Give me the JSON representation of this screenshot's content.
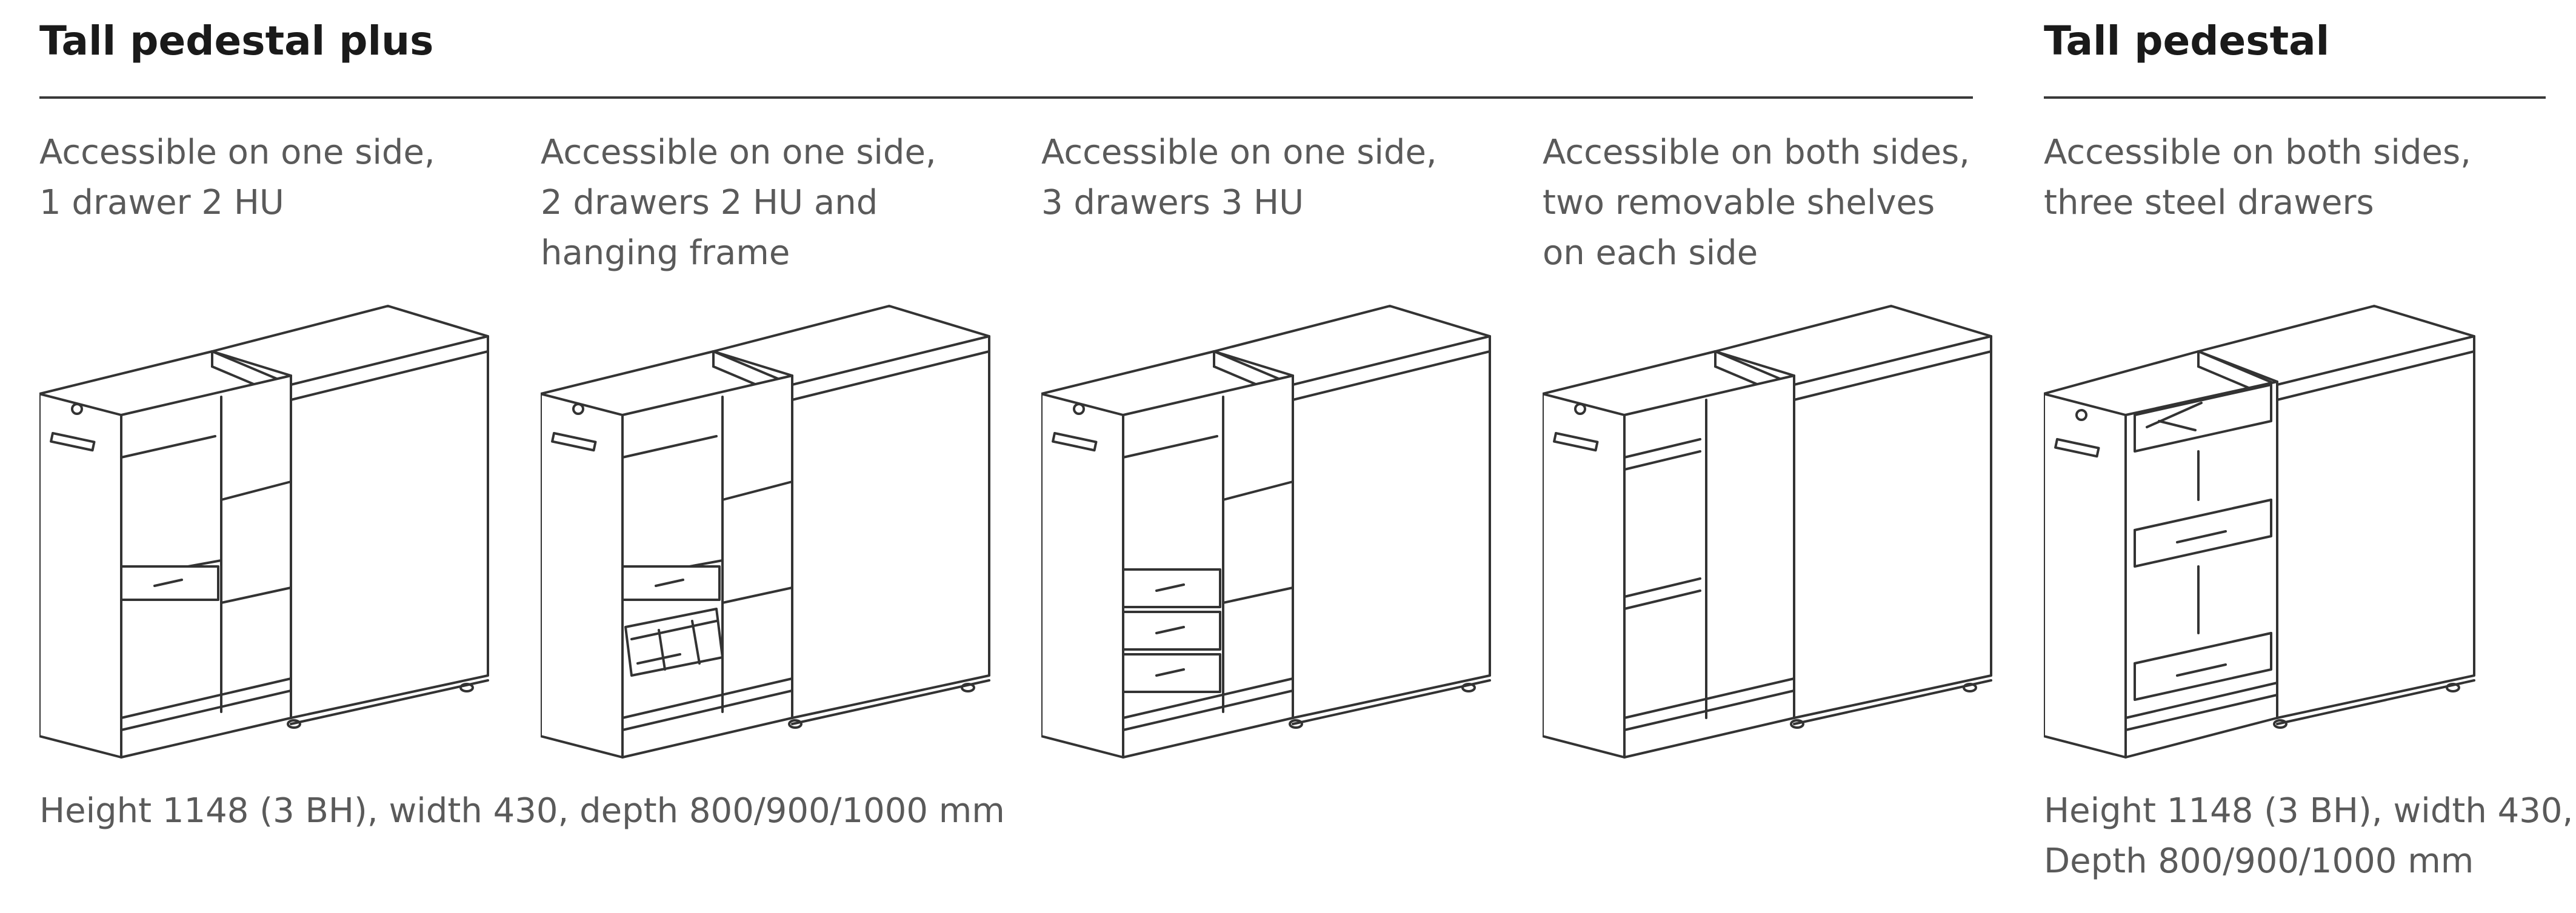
{
  "sections": {
    "plus": {
      "title": "Tall pedestal plus"
    },
    "standard": {
      "title": "Tall pedestal"
    }
  },
  "variants": [
    {
      "lines": [
        "Accessible on one side,",
        "1 drawer 2 HU"
      ]
    },
    {
      "lines": [
        "Accessible on one side,",
        "2 drawers 2 HU and",
        "hanging frame"
      ]
    },
    {
      "lines": [
        "Accessible on one side,",
        "3 drawers 3 HU"
      ]
    },
    {
      "lines": [
        "Accessible on both sides,",
        "two removable shelves",
        "on each side"
      ]
    },
    {
      "lines": [
        "Accessible on both sides,",
        "three steel drawers"
      ]
    }
  ],
  "dimensions": {
    "plus": [
      "Height 1148 (3 BH), width 430, depth 800/900/1000 mm"
    ],
    "standard": [
      "Height 1148 (3 BH), width 430,",
      "Depth 800/900/1000 mm"
    ]
  }
}
